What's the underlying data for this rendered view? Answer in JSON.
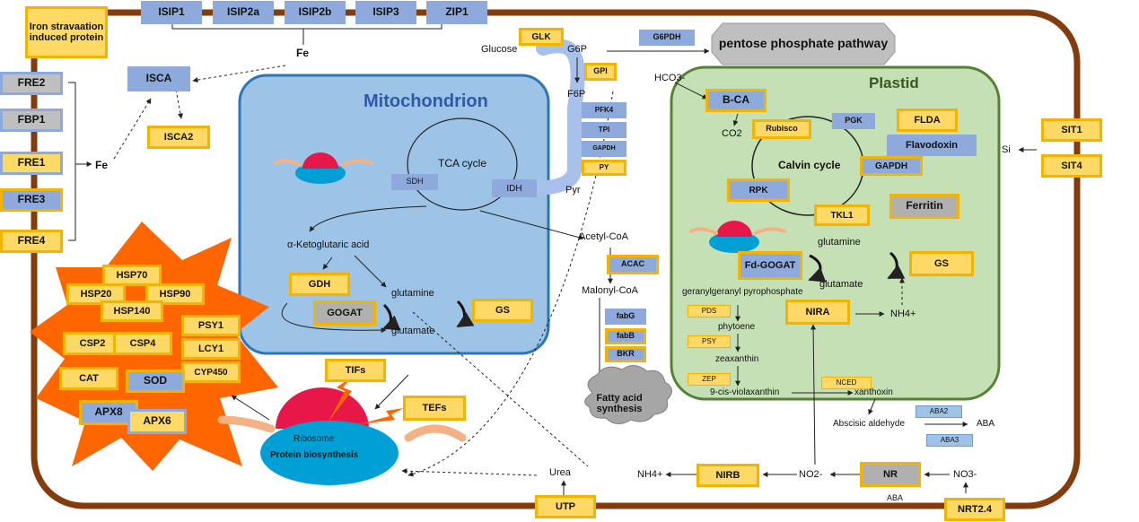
{
  "compartments": {
    "mitochondrion": "Mitochondrion",
    "plastid": "Plastid",
    "pentose_phosphate": "pentose phosphate pathway",
    "fatty_acid": "Fatty acid synthesis",
    "ribosome": "Ribosome",
    "protein_biosynthesis": "Protein biosynthesis",
    "tca_cycle": "TCA cycle",
    "calvin_cycle": "Calvin cycle"
  },
  "iron": {
    "induced_protein": "Iron stravaation induced protein",
    "isip1": "ISIP1",
    "isip2a": "ISIP2a",
    "isip2b": "ISIP2b",
    "isip3": "ISIP3",
    "zip1": "ZIP1",
    "fe1": "Fe",
    "fe2": "Fe",
    "isca": "ISCA",
    "isca2": "ISCA2",
    "fre2": "FRE2",
    "fbp1": "FBP1",
    "fre1": "FRE1",
    "fre3": "FRE3",
    "fre4": "FRE4"
  },
  "stress": {
    "hsp70": "HSP70",
    "hsp20": "HSP20",
    "hsp90": "HSP90",
    "hsp140": "HSP140",
    "psy1": "PSY1",
    "lcy1": "LCY1",
    "cyp450": "CYP450",
    "csp2": "CSP2",
    "csp4": "CSP4",
    "cat": "CAT",
    "sod": "SOD",
    "apx8": "APX8",
    "apx6": "APX6"
  },
  "mito": {
    "sdh": "SDH",
    "idh": "IDH",
    "akg": "α-Ketoglutaric acid",
    "gdh": "GDH",
    "gogat": "GOGAT",
    "glutamine": "glutamine",
    "glutamate": "glutamate",
    "gs": "GS"
  },
  "glycolysis": {
    "glucose": "Glucose",
    "glk": "GLK",
    "g6p": "G6P",
    "g6pdh": "G6PDH",
    "gpi": "GPI",
    "f6p": "F6P",
    "pfk4": "PFK4",
    "tpi": "TPI",
    "gapdh": "GAPDH",
    "py": "PY",
    "pyr": "Pyr"
  },
  "lipid": {
    "acetyl_coa": "Acetyl-CoA",
    "acac": "ACAC",
    "malonyl_coa": "Malonyl-CoA",
    "fabg": "fabG",
    "fabb": "fabB",
    "bkr": "BKR"
  },
  "translation": {
    "tifs": "TIFs",
    "tefs": "TEFs"
  },
  "plastid": {
    "hco3": "HCO3-",
    "bca": "B-CA",
    "co2": "CO2",
    "rubisco": "Rubisco",
    "pgk": "PGK",
    "flda": "FLDA",
    "flavodoxin": "Flavodoxin",
    "gapdh": "GAPDH",
    "rpk": "RPK",
    "tkl1": "TKL1",
    "ferritin": "Ferritin",
    "glutamine": "glutamine",
    "fdgogat": "Fd-GOGAT",
    "glutamate": "glutamate",
    "gs": "GS",
    "ggpp": "geranylgeranyl pyrophosphate",
    "pds": "PDS",
    "phytoene": "phytoene",
    "psy": "PSY",
    "zeaxanthin": "zeaxanthin",
    "zep": "ZEP",
    "violaxanthin": "9-cis-violaxanthin",
    "nced": "NCED",
    "xanthoxin": "xanthoxin",
    "nira": "NIRA",
    "nh4": "NH4+"
  },
  "outside": {
    "aba2": "ABA2",
    "abscisic_aldehyde": "Abscisic aldehyde",
    "aba1": "ABA",
    "aba3": "ABA3",
    "sit1": "SIT1",
    "si": "Si",
    "sit4": "SIT4",
    "urea": "Urea",
    "utp": "UTP",
    "nh4": "NH4+",
    "nirb": "NIRB",
    "no2": "NO2-",
    "nr": "NR",
    "no3": "NO3-",
    "aba_bottom": "ABA",
    "nrt24": "NRT2.4"
  }
}
